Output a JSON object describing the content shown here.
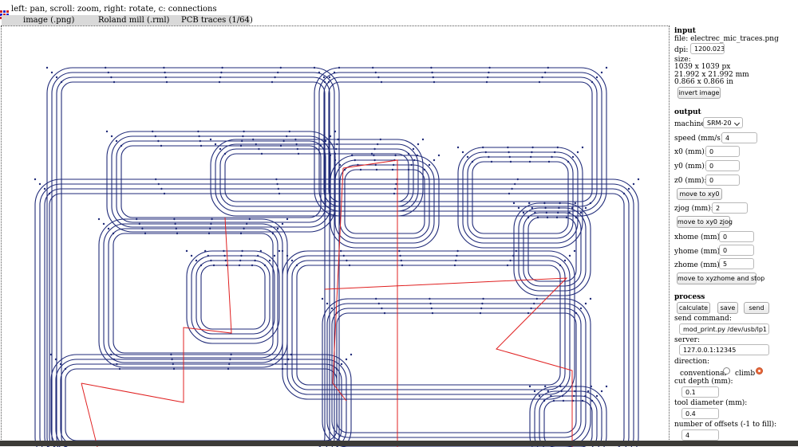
{
  "hint": "left: pan, scroll: zoom, right: rotate, c: connections",
  "menu": [
    "image (.png)",
    "Roland mill (.rml)",
    "PCB traces (1/64)"
  ],
  "input": {
    "title": "input",
    "file": "file: electrec_mic_traces.png",
    "dpi_label": "dpi:",
    "dpi": "1200.023",
    "size_label": "size:",
    "size_px": "1039 x 1039 px",
    "size_mm": "21.992 x 21.992 mm",
    "size_in": "0.866 x 0.866 in",
    "invert": "invert image"
  },
  "output": {
    "title": "output",
    "machine_label": "machine",
    "machine": "SRM-20",
    "speed_label": "speed (mm/s):",
    "speed": "4",
    "x0_label": "x0 (mm):",
    "x0": "0",
    "y0_label": "y0 (mm):",
    "y0": "0",
    "z0_label": "z0 (mm):",
    "z0": "0",
    "move_xy0": "move to xy0",
    "zjog_label": "zjog (mm):",
    "zjog": "2",
    "move_xy0zjog": "move to xy0 zjog",
    "xhome_label": "xhome (mm):",
    "xhome": "0",
    "yhome_label": "yhome (mm):",
    "yhome": "0",
    "zhome_label": "zhome (mm):",
    "zhome": "5",
    "move_home": "move to xyzhome and stop"
  },
  "process": {
    "title": "process",
    "calculate": "calculate",
    "save": "save",
    "send": "send",
    "send_cmd_label": "send command:",
    "send_cmd": "mod_print.py /dev/usb/lp1 ';'",
    "server_label": "server:",
    "server": "127.0.0.1:12345",
    "direction_label": "direction:",
    "conventional": "conventional",
    "climb": "climb",
    "direction_selected": "climb",
    "cut_depth_label": "cut depth (mm):",
    "cut_depth": "0.1",
    "tool_diameter_label": "tool diameter (mm):",
    "tool_diameter": "0.4",
    "offsets_label": "number of offsets (-1 to fill):",
    "offsets": "4"
  },
  "colors": {
    "trace": "#1f2a78",
    "connection": "#e02020",
    "panel_bg": "#ffffff",
    "menubar": "#d9d9d9"
  }
}
